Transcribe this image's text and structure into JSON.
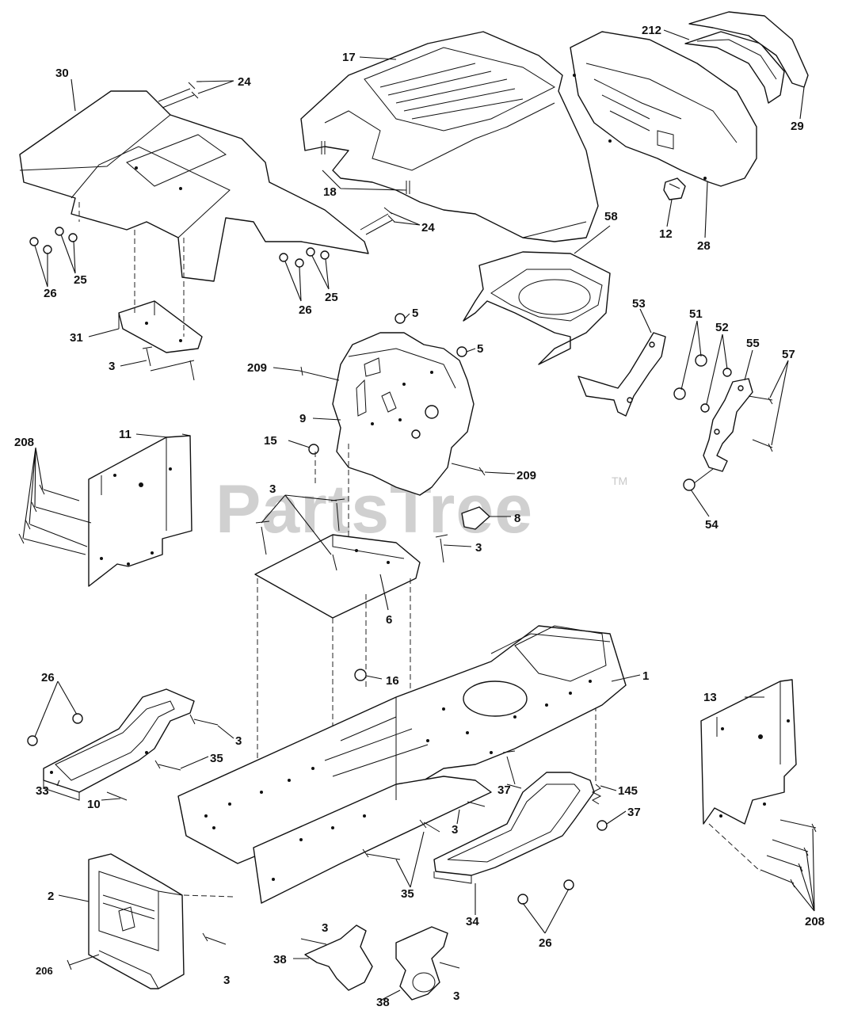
{
  "watermark": {
    "text": "PartsTree",
    "mark": "TM"
  },
  "callouts": {
    "c30": "30",
    "c24a": "24",
    "c24b": "24",
    "c25a": "25",
    "c26a": "26",
    "c25b": "25",
    "c26b": "26",
    "c31": "31",
    "c3a": "3",
    "c17": "17",
    "c18": "18",
    "c212": "212",
    "c29": "29",
    "c12": "12",
    "c28": "28",
    "c58": "58",
    "c53": "53",
    "c51": "51",
    "c52": "52",
    "c55": "55",
    "c57": "57",
    "c54": "54",
    "c5a": "5",
    "c5b": "5",
    "c209a": "209",
    "c9": "9",
    "c15": "15",
    "c209b": "209",
    "c208a": "208",
    "c11": "11",
    "c3b": "3",
    "c8": "8",
    "c3c": "3",
    "c6": "6",
    "c16": "16",
    "c1": "1",
    "c26c": "26",
    "c3d": "3",
    "c35a": "35",
    "c33": "33",
    "c10": "10",
    "c37a": "37",
    "c145": "145",
    "c37b": "37",
    "c3e": "3",
    "c35b": "35",
    "c34": "34",
    "c26d": "26",
    "c2": "2",
    "c206": "206",
    "c3f": "3",
    "c3g": "3",
    "c38a": "38",
    "c38b": "38",
    "c3h": "3",
    "c13": "13",
    "c208b": "208"
  }
}
